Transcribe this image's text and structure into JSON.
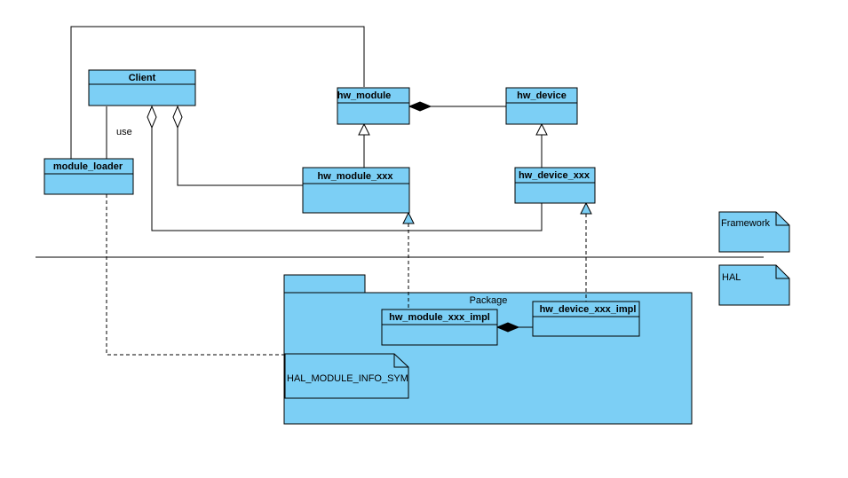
{
  "colors": {
    "fill": "#7ccff5",
    "stroke": "#000000",
    "background": "#ffffff"
  },
  "classes": {
    "client": "Client",
    "module_loader": "module_loader",
    "hw_module": "hw_module",
    "hw_device": "hw_device",
    "hw_module_xxx": "hw_module_xxx",
    "hw_device_xxx": "hw_device_xxx",
    "hw_module_xxx_impl": "hw_module_xxx_impl",
    "hw_device_xxx_impl": "hw_device_xxx_impl"
  },
  "package": {
    "label": "Package"
  },
  "notes": {
    "hal_module_info_sym": "HAL_MODULE_INFO_SYM",
    "framework": "Framework",
    "hal": "HAL"
  },
  "associations": {
    "use": "use"
  }
}
